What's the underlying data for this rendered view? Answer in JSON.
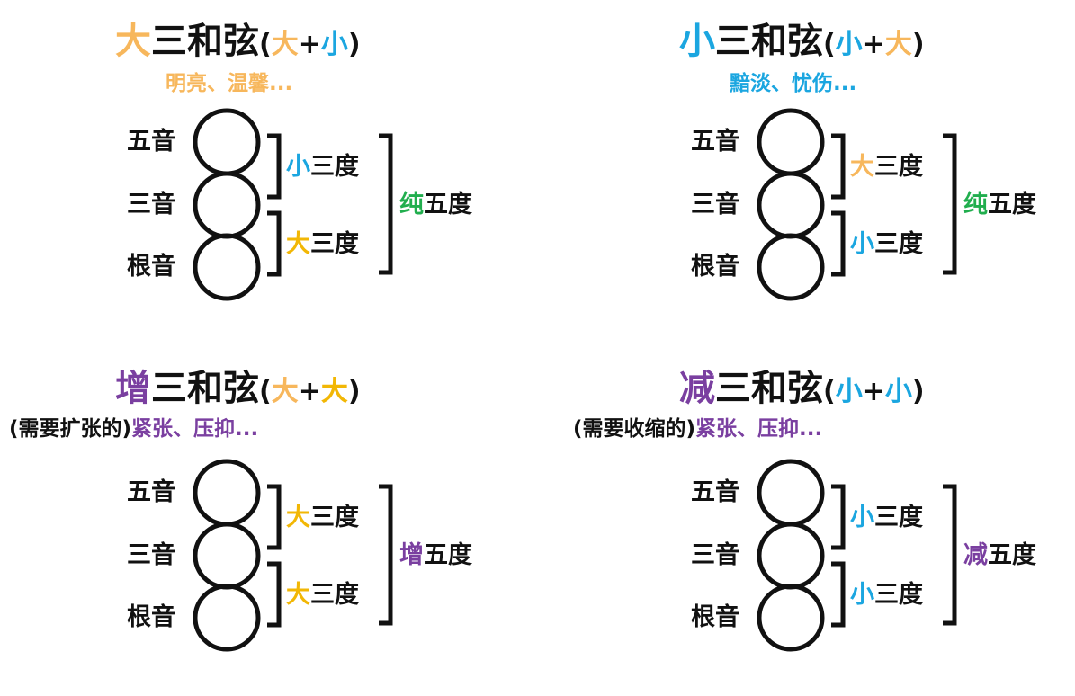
{
  "colors": {
    "orange": "#F7B75C",
    "yellow": "#F2B705",
    "blue": "#1BA6E0",
    "green": "#21AE4E",
    "purple": "#7A3FA0",
    "black": "#111111"
  },
  "note_labels": [
    "五音",
    "三音",
    "根音"
  ],
  "chords": [
    {
      "title_lead": "大",
      "title_rest": "三和弦",
      "paren_open": "(",
      "paren_a": "大",
      "paren_plus": "+",
      "paren_b": "小",
      "paren_close": ")",
      "lead_color": "orange",
      "paren_a_color": "orange",
      "paren_b_color": "blue",
      "sub_prefix": "",
      "sub_text": "明亮、温馨...",
      "sub_color": "orange",
      "upper_interval": {
        "lead": "小",
        "rest": "三度",
        "color": "blue"
      },
      "lower_interval": {
        "lead": "大",
        "rest": "三度",
        "color": "yellow"
      },
      "fifth": {
        "lead": "纯",
        "rest": "五度",
        "color": "green"
      }
    },
    {
      "title_lead": "小",
      "title_rest": "三和弦",
      "paren_open": "(",
      "paren_a": "小",
      "paren_plus": "+",
      "paren_b": "大",
      "paren_close": ")",
      "lead_color": "blue",
      "paren_a_color": "blue",
      "paren_b_color": "orange",
      "sub_prefix": "",
      "sub_text": "黯淡、忧伤...",
      "sub_color": "blue",
      "upper_interval": {
        "lead": "大",
        "rest": "三度",
        "color": "orange"
      },
      "lower_interval": {
        "lead": "小",
        "rest": "三度",
        "color": "blue"
      },
      "fifth": {
        "lead": "纯",
        "rest": "五度",
        "color": "green"
      }
    },
    {
      "title_lead": "增",
      "title_rest": "三和弦",
      "paren_open": "(",
      "paren_a": "大",
      "paren_plus": "+",
      "paren_b": "大",
      "paren_close": ")",
      "lead_color": "purple",
      "paren_a_color": "orange",
      "paren_b_color": "yellow",
      "sub_prefix": "(需要扩张的)",
      "sub_text": "紧张、压抑...",
      "sub_color": "purple",
      "upper_interval": {
        "lead": "大",
        "rest": "三度",
        "color": "yellow"
      },
      "lower_interval": {
        "lead": "大",
        "rest": "三度",
        "color": "yellow"
      },
      "fifth": {
        "lead": "增",
        "rest": "五度",
        "color": "purple"
      }
    },
    {
      "title_lead": "减",
      "title_rest": "三和弦",
      "paren_open": "(",
      "paren_a": "小",
      "paren_plus": "+",
      "paren_b": "小",
      "paren_close": ")",
      "lead_color": "purple",
      "paren_a_color": "blue",
      "paren_b_color": "blue",
      "sub_prefix": "(需要收缩的)",
      "sub_text": "紧张、压抑...",
      "sub_color": "purple",
      "upper_interval": {
        "lead": "小",
        "rest": "三度",
        "color": "blue"
      },
      "lower_interval": {
        "lead": "小",
        "rest": "三度",
        "color": "blue"
      },
      "fifth": {
        "lead": "减",
        "rest": "五度",
        "color": "purple"
      }
    }
  ]
}
